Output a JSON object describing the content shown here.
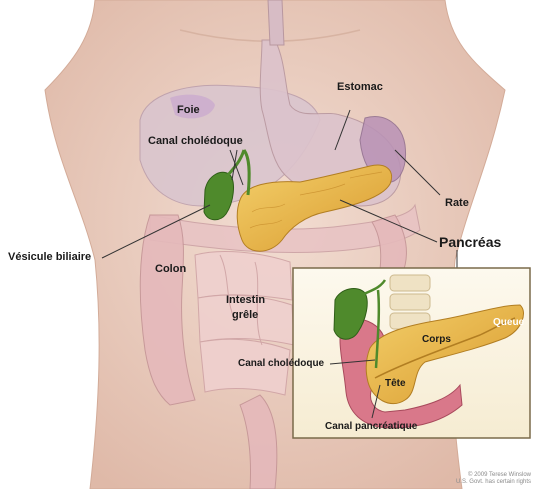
{
  "labels": {
    "foie": "Foie",
    "estomac": "Estomac",
    "canal_choledoque": "Canal cholédoque",
    "rate": "Rate",
    "vesicule_biliaire": "Vésicule biliaire",
    "pancreas": "Pancréas",
    "colon": "Colon",
    "intestin": "Intestin",
    "grele": "grêle",
    "queue": "Queue",
    "corps": "Corps",
    "canal_choledoque_inset": "Canal cholédoque",
    "tete": "Tête",
    "canal_pancreatique": "Canal pancréatique"
  },
  "credit": {
    "line1": "© 2009 Terese Winslow",
    "line2": "U.S. Govt. has certain rights"
  },
  "colors": {
    "skin": "#e9cdc0",
    "liver": "#d9c5cf",
    "pancreas": "#e8b64a",
    "gallbladder": "#4f8a2c",
    "inset_bg": "#fbf6e8",
    "inset_border": "#7a6a4a"
  }
}
